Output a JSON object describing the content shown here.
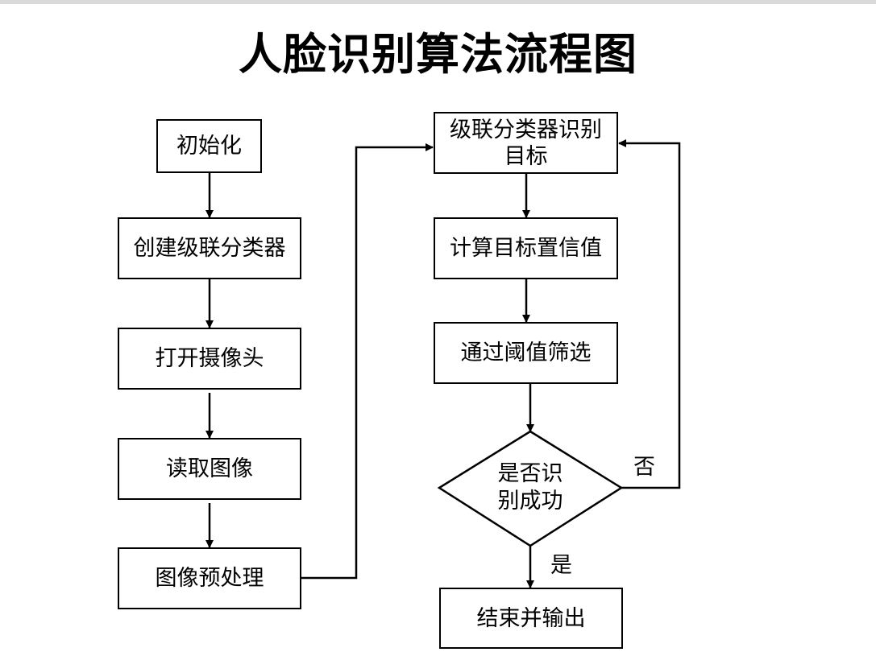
{
  "title": "人脸识别算法流程图",
  "nodes": {
    "init": "初始化",
    "create_cascade": "创建级联分类器",
    "open_camera": "打开摄像头",
    "read_image": "读取图像",
    "preprocess": "图像预处理",
    "cascade_detect": "级联分类器识别目标",
    "confidence": "计算目标置信值",
    "threshold": "通过阈值筛选",
    "decision": "是否识\n别成功",
    "end": "结束并输出"
  },
  "edges": {
    "yes_label": "是",
    "no_label": "否"
  }
}
